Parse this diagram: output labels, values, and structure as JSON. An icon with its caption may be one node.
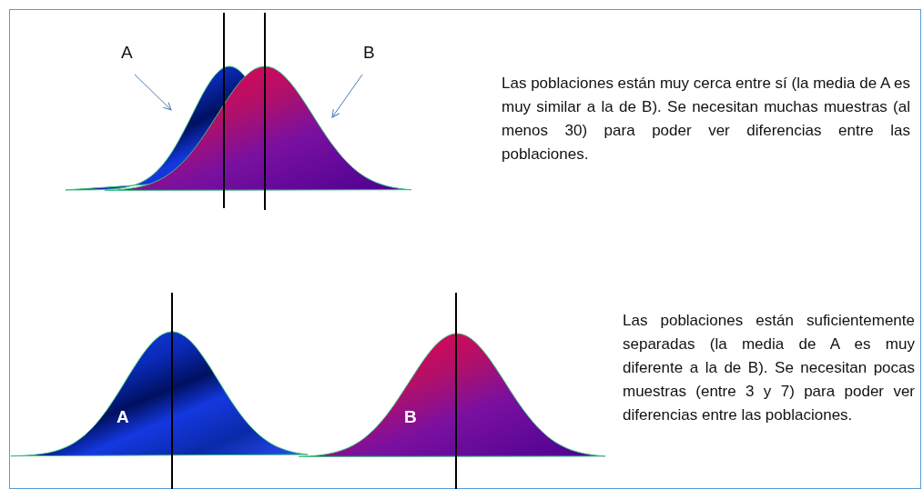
{
  "diagram": {
    "nodes": [
      {
        "text": [
          "A"
        ]
      },
      {
        "text": [],
        "shape": "picture"
      },
      {
        "text": [
          "B"
        ]
      },
      {
        "text": [],
        "shape": "picture"
      },
      {
        "text": [
          "A"
        ]
      },
      {
        "text": [
          "B"
        ]
      }
    ],
    "edges": [
      {
        "from": 0,
        "to": 1,
        "arrow": "to"
      },
      {
        "from": 2,
        "to": 3,
        "arrow": "to"
      }
    ],
    "labels": [
      "Las poblaciones están muy cerca entre sí (la media de A es muy similar a la de B). Se necesitan muchas muestras (al menos 30) para poder ver diferencias entre las poblaciones.",
      "Las poblaciones están suficientemente separadas (la media de A es muy diferente a la de B). Se necesitan pocas muestras (entre 3 y 7) para poder ver diferencias entre las poblaciones."
    ]
  }
}
